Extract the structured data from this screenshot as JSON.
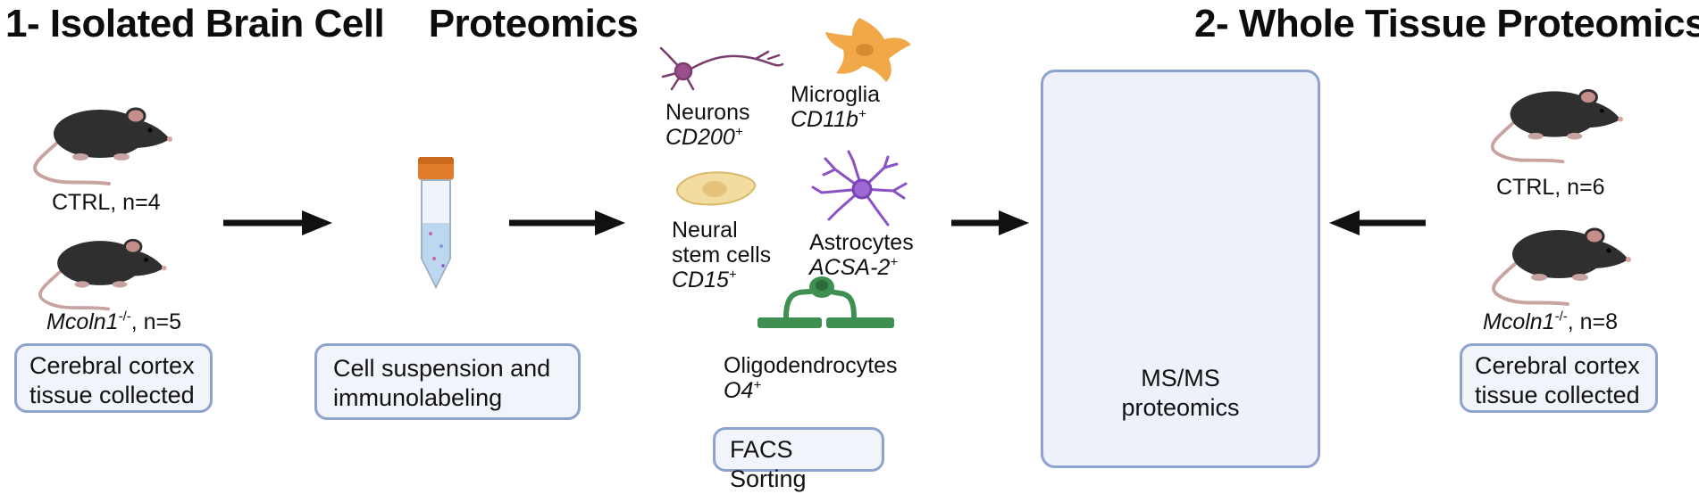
{
  "titles": {
    "left_line1": "1- Isolated Brain Cell",
    "left_line2": "Proteomics",
    "right": "2- Whole Tissue Proteomics"
  },
  "left_group": {
    "ctrl": "CTRL, n=4",
    "mutant_gene": "Mcoln1",
    "mutant_sup": "-/-",
    "mutant_rest": ", n=5",
    "box_line1": "Cerebral cortex",
    "box_line2": "tissue collected"
  },
  "suspension": {
    "box_line1": "Cell suspension and",
    "box_line2": "immunolabeling"
  },
  "cells": {
    "neurons": {
      "name": "Neurons",
      "marker": "CD200",
      "sup": "+"
    },
    "microglia": {
      "name": "Microglia",
      "marker": "CD11b",
      "sup": "+"
    },
    "nsc": {
      "line1": "Neural",
      "line2": "stem cells",
      "marker": "CD15",
      "sup": "+"
    },
    "astrocytes": {
      "name": "Astrocytes",
      "marker": "ACSA-2",
      "sup": "+"
    },
    "oligo": {
      "name": "Oligodendrocytes",
      "marker": "O4",
      "sup": "+"
    },
    "facs": "FACS Sorting"
  },
  "ms": {
    "line1": "MS/MS",
    "line2": "proteomics"
  },
  "right_group": {
    "ctrl": "CTRL, n=6",
    "mutant_gene": "Mcoln1",
    "mutant_sup": "-/-",
    "mutant_rest": ", n=8",
    "box_line1": "Cerebral cortex",
    "box_line2": "tissue collected"
  },
  "colors": {
    "box_border": "#8ea2d0",
    "box_fill": "#f2f4fb",
    "arrow": "#111111",
    "mouse": "#2f2f2f",
    "neuron": "#7b3d6e",
    "microglia": "#f0a848",
    "nsc": "#f3dca0",
    "astrocyte": "#8a52c4",
    "oligo": "#3f8f52",
    "tube_cap": "#e07d2a"
  }
}
